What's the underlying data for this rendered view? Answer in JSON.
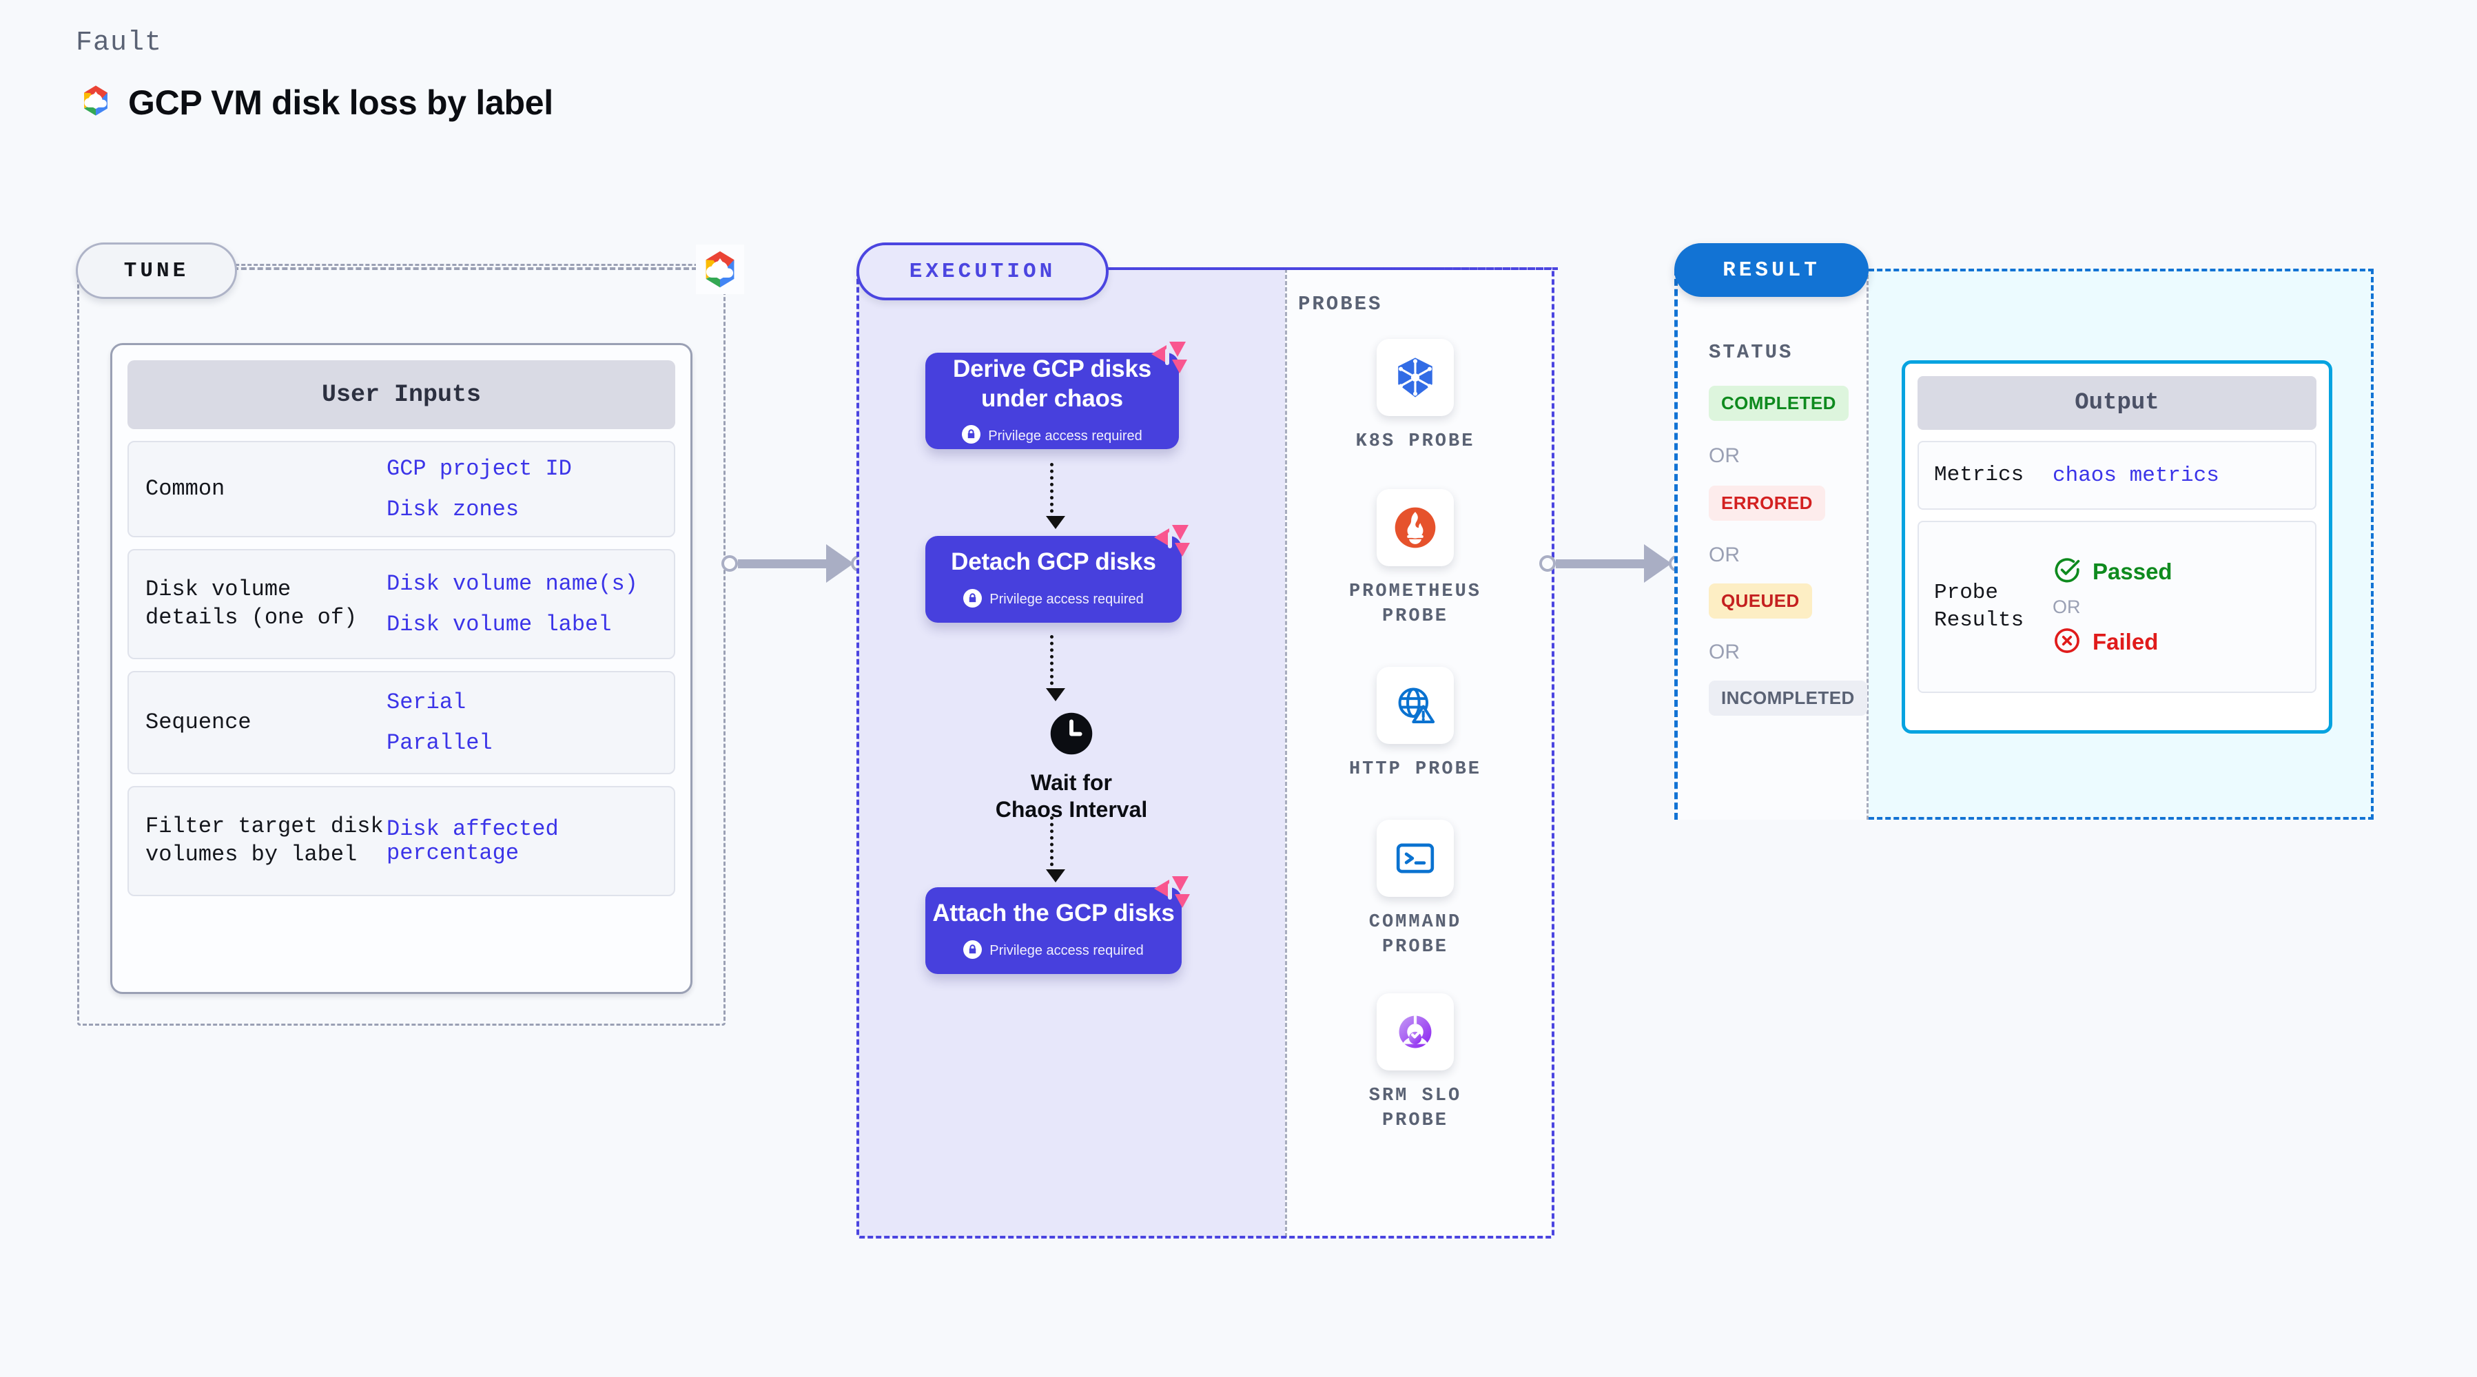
{
  "header": {
    "fault_label": "Fault",
    "title": "GCP VM disk loss by label",
    "logo_icon": "gcp-logo-icon"
  },
  "tune": {
    "badge": "TUNE",
    "logo_icon": "gcp-logo-icon",
    "card_title": "User Inputs",
    "rows": [
      {
        "label": "Common",
        "values": [
          "GCP project ID",
          "Disk zones"
        ]
      },
      {
        "label": "Disk volume details (one of)",
        "values": [
          "Disk volume name(s)",
          "Disk volume label"
        ]
      },
      {
        "label": "Sequence",
        "values": [
          "Serial",
          "Parallel"
        ]
      },
      {
        "label": "Filter target disk volumes by label",
        "values": [
          "Disk affected percentage"
        ]
      }
    ]
  },
  "execution": {
    "badge": "EXECUTION",
    "privilege_text": "Privilege access required",
    "lock_icon": "lock-icon",
    "litmus_icon": "litmus-logo-icon",
    "steps": [
      {
        "title": "Derive GCP disks under chaos",
        "privileged": true
      },
      {
        "title": "Detach GCP disks",
        "privileged": true
      },
      {
        "title": "Attach the GCP disks",
        "privileged": true
      }
    ],
    "wait": {
      "label": "Wait for Chaos Interval",
      "icon": "clock-icon"
    }
  },
  "probes": {
    "section_label": "PROBES",
    "items": [
      {
        "name": "K8S PROBE",
        "icon": "kubernetes-icon"
      },
      {
        "name": "PROMETHEUS PROBE",
        "icon": "prometheus-icon"
      },
      {
        "name": "HTTP PROBE",
        "icon": "http-globe-warning-icon"
      },
      {
        "name": "COMMAND PROBE",
        "icon": "terminal-icon"
      },
      {
        "name": "SRM SLO PROBE",
        "icon": "srm-slo-icon"
      }
    ]
  },
  "result": {
    "badge": "RESULT",
    "status_label": "STATUS",
    "or_text": "OR",
    "statuses": [
      {
        "label": "COMPLETED",
        "bg": "#ddf5dd",
        "fg": "#0e8a1e"
      },
      {
        "label": "ERRORED",
        "bg": "#fdecec",
        "fg": "#d32020"
      },
      {
        "label": "QUEUED",
        "bg": "#fdeec4",
        "fg": "#c42020"
      },
      {
        "label": "INCOMPLETED",
        "bg": "#eceef4",
        "fg": "#5a6274"
      }
    ],
    "output": {
      "title": "Output",
      "metrics_label": "Metrics",
      "metrics_value": "chaos metrics",
      "probe_results_label": "Probe Results",
      "passed": "Passed",
      "failed": "Failed",
      "or_text": "OR",
      "passed_icon": "check-circle-icon",
      "failed_icon": "x-circle-icon"
    }
  },
  "colors": {
    "accent_indigo": "#4740dd",
    "accent_blue": "#1273d4",
    "accent_cyan": "#06a3e0",
    "link_blue": "#3b34e8",
    "pink": "#f9568f",
    "green": "#0e8a1e",
    "red": "#d32020",
    "gray_text": "#5a6274",
    "page_bg": "#f7f9fc"
  }
}
